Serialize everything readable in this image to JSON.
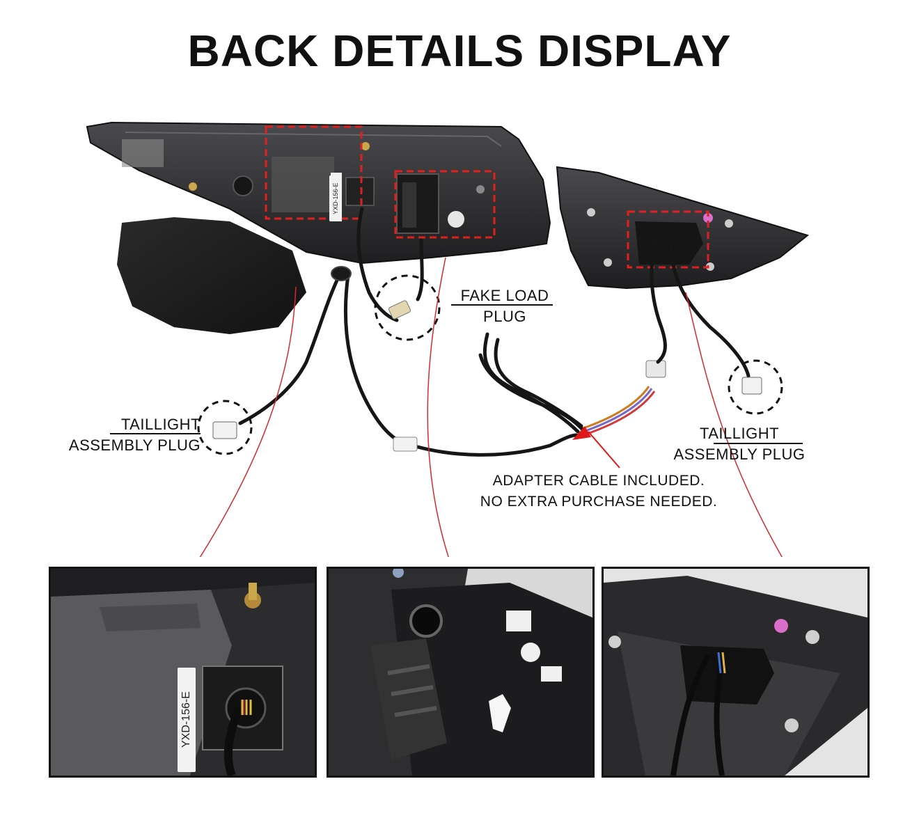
{
  "title": "BACK DETAILS DISPLAY",
  "callouts": {
    "fake_load": [
      "FAKE LOAD",
      "PLUG"
    ],
    "taillight_left": [
      "TAILLIGHT",
      "ASSEMBLY PLUG"
    ],
    "taillight_right": [
      "TAILLIGHT",
      "ASSEMBLY PLUG"
    ],
    "adapter": [
      "ADAPTER CABLE INCLUDED.",
      "NO EXTRA PURCHASE NEEDED."
    ]
  },
  "part_labels": {
    "main_sticker": "YXD-156-E",
    "detail_sticker": "YXD-156-E"
  },
  "colors": {
    "dashed_highlight": "#e02020",
    "leader_line": "#d42a2a",
    "circle_dash": "#111111",
    "housing": "#2b2b2e",
    "arrow": "#e01818"
  }
}
